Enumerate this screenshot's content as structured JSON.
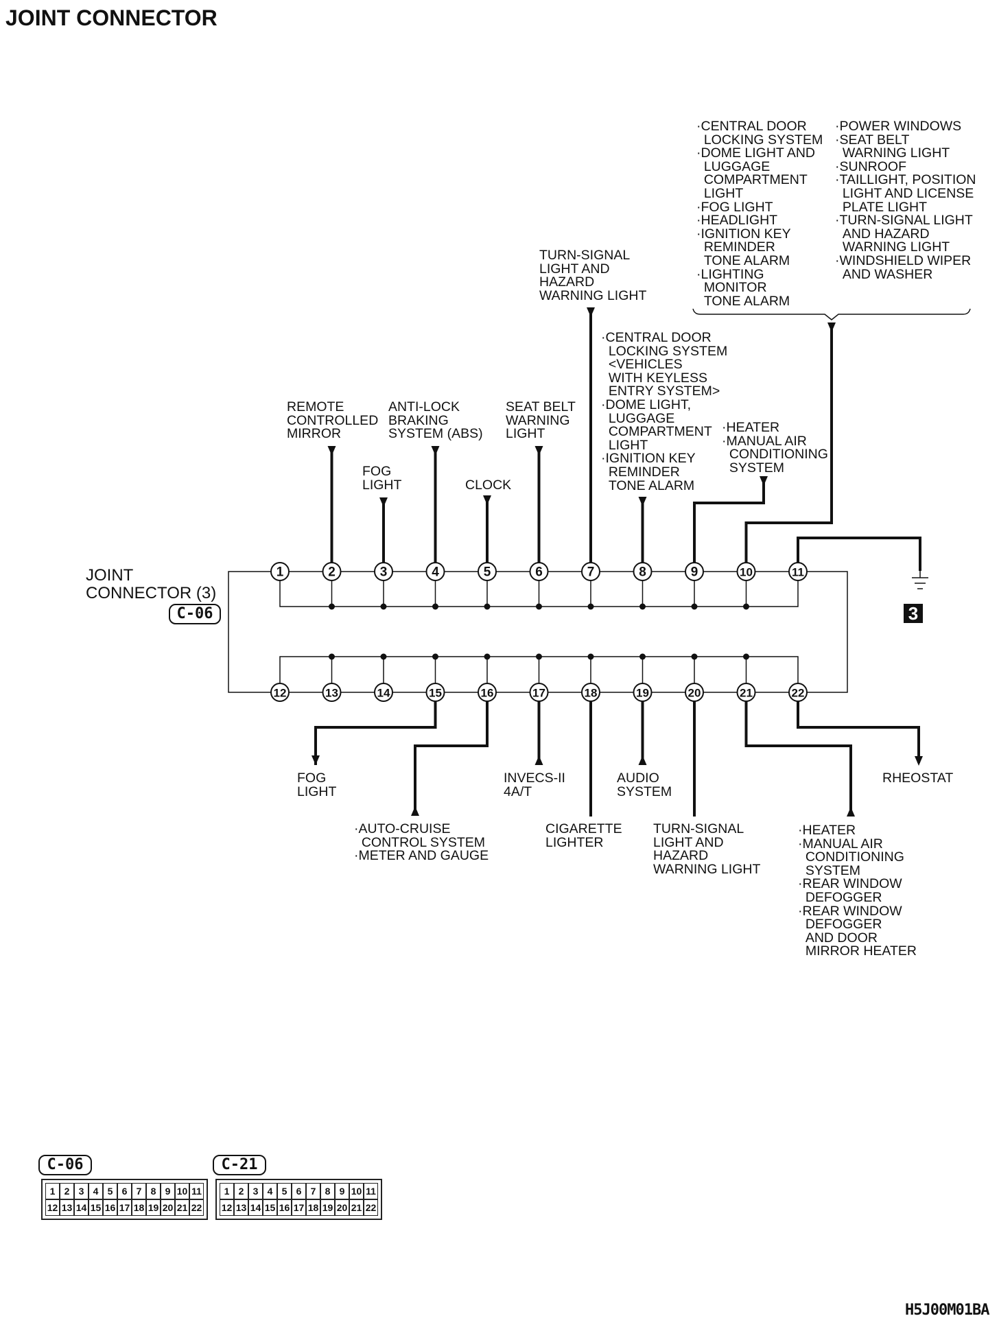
{
  "title": "JOINT CONNECTOR",
  "figure_code": "H5J00M01BA",
  "connector": {
    "name_lines": [
      "JOINT",
      "CONNECTOR (3)"
    ],
    "tag": "C-06"
  },
  "ground": {
    "id": "3"
  },
  "pins_top": [
    "1",
    "2",
    "3",
    "4",
    "5",
    "6",
    "7",
    "8",
    "9",
    "10",
    "11"
  ],
  "pins_bottom": [
    "12",
    "13",
    "14",
    "15",
    "16",
    "17",
    "18",
    "19",
    "20",
    "21",
    "22"
  ],
  "labels_top": {
    "pin2": [
      "REMOTE",
      "CONTROLLED",
      "MIRROR"
    ],
    "pin3": [
      "FOG",
      "LIGHT"
    ],
    "pin4": [
      "ANTI-LOCK",
      "BRAKING",
      "SYSTEM (ABS)"
    ],
    "pin5": [
      "CLOCK"
    ],
    "pin6": [
      "SEAT BELT",
      "WARNING",
      "LIGHT"
    ],
    "pin7": [
      "TURN-SIGNAL",
      "LIGHT AND",
      "HAZARD",
      "WARNING LIGHT"
    ],
    "pin8": [
      "·CENTRAL DOOR",
      " LOCKING SYSTEM",
      " <VEHICLES",
      " WITH KEYLESS",
      " ENTRY SYSTEM>",
      "·DOME LIGHT,",
      " LUGGAGE",
      " COMPARTMENT",
      " LIGHT",
      "·IGNITION KEY",
      " REMINDER",
      " TONE ALARM"
    ],
    "pin9": [
      "·HEATER",
      "·MANUAL AIR",
      " CONDITIONING",
      " SYSTEM"
    ],
    "pin10_col1": [
      "·CENTRAL DOOR",
      " LOCKING SYSTEM",
      "·DOME LIGHT AND",
      " LUGGAGE",
      " COMPARTMENT",
      " LIGHT",
      "·FOG LIGHT",
      "·HEADLIGHT",
      "·IGNITION KEY",
      " REMINDER",
      " TONE ALARM",
      "·LIGHTING",
      " MONITOR",
      " TONE ALARM"
    ],
    "pin10_col2": [
      "·POWER WINDOWS",
      "·SEAT BELT",
      " WARNING LIGHT",
      "·SUNROOF",
      "·TAILLIGHT, POSITION",
      " LIGHT AND LICENSE",
      " PLATE LIGHT",
      "·TURN-SIGNAL LIGHT",
      " AND HAZARD",
      " WARNING LIGHT",
      "·WINDSHIELD WIPER",
      " AND WASHER"
    ]
  },
  "labels_bottom": {
    "pin15": [
      "FOG",
      "LIGHT"
    ],
    "pin16": [
      "·AUTO-CRUISE",
      " CONTROL SYSTEM",
      "·METER AND GAUGE"
    ],
    "pin17": [
      "INVECS-II",
      "4A/T"
    ],
    "pin18": [
      "CIGARETTE",
      "LIGHTER"
    ],
    "pin19": [
      "AUDIO",
      "SYSTEM"
    ],
    "pin20": [
      "TURN-SIGNAL",
      "LIGHT AND",
      "HAZARD",
      "WARNING LIGHT"
    ],
    "pin21": [
      "·HEATER",
      "·MANUAL AIR",
      " CONDITIONING",
      " SYSTEM",
      "·REAR WINDOW",
      " DEFOGGER",
      "·REAR WINDOW",
      " DEFOGGER",
      " AND DOOR",
      " MIRROR HEATER"
    ],
    "pin22": [
      "RHEOSTAT"
    ]
  },
  "connector_views": [
    {
      "tag": "C-06",
      "row1": [
        "1",
        "2",
        "3",
        "4",
        "5",
        "6",
        "7",
        "8",
        "9",
        "10",
        "11"
      ],
      "row2": [
        "12",
        "13",
        "14",
        "15",
        "16",
        "17",
        "18",
        "19",
        "20",
        "21",
        "22"
      ]
    },
    {
      "tag": "C-21",
      "row1": [
        "1",
        "2",
        "3",
        "4",
        "5",
        "6",
        "7",
        "8",
        "9",
        "10",
        "11"
      ],
      "row2": [
        "12",
        "13",
        "14",
        "15",
        "16",
        "17",
        "18",
        "19",
        "20",
        "21",
        "22"
      ]
    }
  ]
}
